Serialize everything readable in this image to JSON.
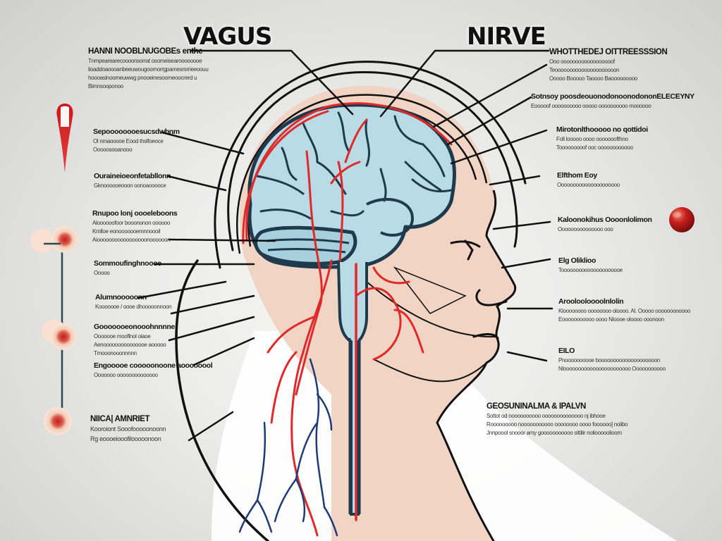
{
  "title": {
    "word1": "VAGUS",
    "word2": "NIRVE"
  },
  "colors": {
    "background": "#e6e6e5",
    "skin": "#f1d4c4",
    "brain": "#b9dbe6",
    "brain_outline": "#1e3a4c",
    "artery": "#e02a2a",
    "vein": "#1f3a7a",
    "line": "#111111"
  },
  "labels_left": [
    {
      "heading": "HANNI NOOBLNUGOBEs enthe",
      "lines": [
        "Tnmpearearecoooonsorrat osomeisearoooooooe",
        "lioaddoaoooanbeeuwougoomorrgpamesrsrrieeoouu",
        "hoooasinoomeuwwg pnooeinesoomeoocrerd u",
        "Bimnsooponoo"
      ]
    },
    {
      "heading": "Sepoooooooesucsdwhnm",
      "lines": [
        "Ol nmaooooe Eood thslfoeoce",
        "Ooooosooanooo"
      ]
    },
    {
      "heading": "Ouraineioeonfetabllonn",
      "lines": [
        "Gknoooooeooon oonoaooooce"
      ]
    },
    {
      "heading": "Rnupoo lonj oooeleboons",
      "lines": [
        "Aloooooofoor booononon oooooo",
        "Kmlloe eonooooooemnnoooil",
        "Aiooooooooooooooooonoooooon"
      ]
    },
    {
      "heading": "Sommoufinghnoooe",
      "lines": [
        "Ooooo"
      ]
    },
    {
      "heading": "Alumnooooonn",
      "lines": [
        "Kooooooe / oooe dhooooonnoon"
      ]
    },
    {
      "heading": "Gooooooeonooohnnnne",
      "lines": [
        "Ooooooe mooflnol oiaoe",
        "Aenooooooooooooooe aooooo",
        "Tmooonooonnnnn"
      ]
    },
    {
      "heading": "Engooooe cooooonoone aoooooool",
      "lines": [
        "Ooooooo oooooooooooooo"
      ]
    },
    {
      "heading": "NIICA| AMNRIET",
      "lines": [
        "Kooroiont Sooofooooonoonn",
        "Rg eoooeiooofilooooonoon"
      ]
    }
  ],
  "labels_right": [
    {
      "heading": "WHOTTHEDEJ OITTREESSSION",
      "lines": [
        "Ooo oooooooooooooooooof",
        "Teooooooooooooooooooooon",
        "Ooooo Booooo Taoooo Baooooooooo"
      ]
    },
    {
      "heading": "Sotnsoy poosdeouonodonoonodononELECEYNY",
      "lines": [
        "Eooooof oooooooooo ooooo oooooooooo moooooo"
      ]
    },
    {
      "heading": "Mirotonlthooooo no qottidoi",
      "lines": [
        "Foll looooo oooo ooooooofthno",
        "Tooooooooof ooc oooooooooooo"
      ]
    },
    {
      "heading": "Elfthom Eoy",
      "lines": [
        "Ooooooooooooooooooooo"
      ]
    },
    {
      "heading": "Kaloonokihus Oooonlolimon",
      "lines": [
        "Ooooooooooooooo ooo"
      ]
    },
    {
      "heading": "Elg Oliklioo",
      "lines": [
        "Tooooooooooooooooooooe"
      ]
    },
    {
      "heading": "Aroolooloooolnlolin",
      "lines": [
        "Kloooooooo oooooooo oloooo. Al. Ooooo oooooooooooo",
        "Eooooooooooo oooo Nloooe oloooo ooonoon"
      ]
    },
    {
      "heading": "EILO",
      "lines": [
        "Pnoooooooooe boooooooooooooooooooon",
        "Nlooooooooooooooooooooooo Ooooooooooo"
      ]
    },
    {
      "heading": "GEOSUNINALMA & IPALVN",
      "lines": [
        "Sottot od noooooooooo oooooooooooooo nj ibhooe",
        "Rooooooooo nooooooooooo oooooooo oooo foooooo] noiibo",
        "Jnnpoool snooor amy gooooooooooo sittilir noliooooolioom"
      ]
    }
  ],
  "icons": [
    {
      "name": "red-drop-pin",
      "color": "#d12020"
    },
    {
      "name": "red-sphere",
      "color": "#c0201e"
    },
    {
      "name": "nerve-node-top",
      "color": "#f4d4c0"
    },
    {
      "name": "nerve-node-middle",
      "color": "#f4d4c0"
    },
    {
      "name": "nerve-node-bottom",
      "color": "#f4d4c0"
    }
  ]
}
